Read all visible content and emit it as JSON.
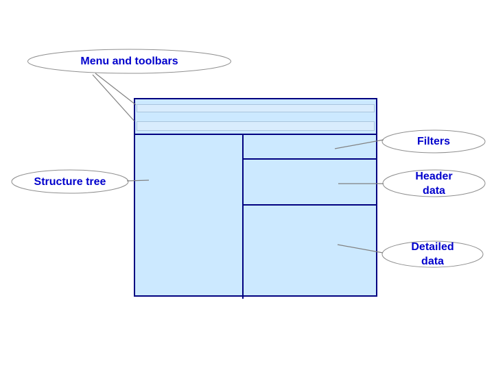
{
  "diagram": {
    "type": "ui-layout-callout-diagram",
    "callouts": [
      {
        "name": "menu-and-toolbars",
        "lines": [
          "Menu and toolbars"
        ]
      },
      {
        "name": "structure-tree",
        "lines": [
          "Structure tree"
        ]
      },
      {
        "name": "filters",
        "lines": [
          "Filters"
        ]
      },
      {
        "name": "header-data",
        "lines": [
          "Header",
          "data"
        ]
      },
      {
        "name": "detailed-data",
        "lines": [
          "Detailed",
          "data"
        ]
      }
    ],
    "regions": [
      {
        "name": "menu-toolbar-strip"
      },
      {
        "name": "toolbar-row-1"
      },
      {
        "name": "toolbar-row-2"
      },
      {
        "name": "structure-tree-panel"
      },
      {
        "name": "filters-panel"
      },
      {
        "name": "header-data-panel"
      },
      {
        "name": "detailed-data-panel"
      }
    ]
  },
  "colors": {
    "background": "#FFFFFF",
    "panel_fill": "#CCE9FF",
    "panel_border": "#000080",
    "toolbar_fill": "#D9ECFD",
    "toolbar_border": "#A9C4DD",
    "callout_text": "#0000CC",
    "callout_stroke": "#8E8E8E",
    "leader_line": "#808080"
  }
}
